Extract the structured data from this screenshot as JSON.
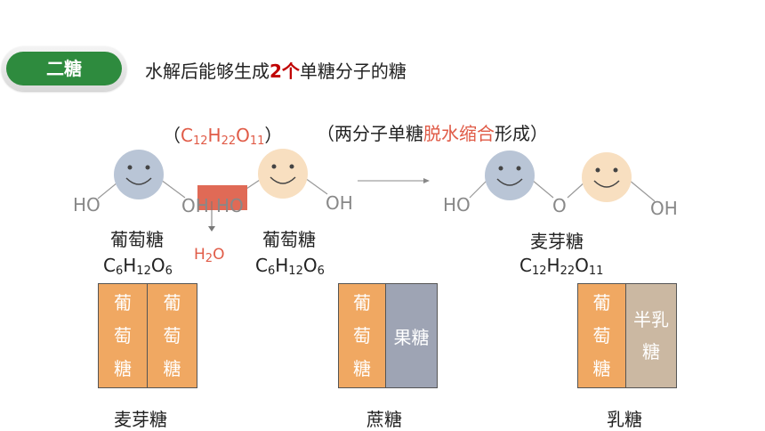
{
  "section": {
    "badge": "二糖",
    "intro_before": "水解后能够生成",
    "intro_highlight": "2个",
    "intro_after": "单糖分子的糖"
  },
  "left_formula": {
    "open": "（",
    "c": "C",
    "c_n": "12",
    "h": "H",
    "h_n": "22",
    "o": "O",
    "o_n": "11",
    "close": "）"
  },
  "right_note": {
    "open": "（两分子单糖",
    "highlight": "脱水缩合",
    "after": "形成）"
  },
  "colors": {
    "badge_green": "#2e8b3e",
    "accent_red": "#e05b47",
    "highlight_red": "#c00000",
    "orange_box": "#f0a862",
    "grey_box": "#9ea4b4",
    "tan_box": "#cbb8a2"
  },
  "reaction": {
    "ho_left1": "HO",
    "oh_left1": "OH",
    "ho_left2": "HO",
    "oh_left2": "OH",
    "water_h": "H",
    "water_n": "2",
    "water_o": "O",
    "glucose1_name": "葡萄糖",
    "glucose2_name": "葡萄糖",
    "glucose_formula": {
      "c": "C",
      "c_n": "6",
      "h": "H",
      "h_n": "12",
      "o": "O",
      "o_n": "6"
    },
    "product_ho": "HO",
    "product_o": "O",
    "product_oh": "OH",
    "product_name": "麦芽糖",
    "product_formula": {
      "c": "C",
      "c_n": "12",
      "h": "H",
      "h_n": "22",
      "o": "O",
      "o_n": "11"
    }
  },
  "diagrams": [
    {
      "caption": "麦芽糖",
      "boxes": [
        {
          "lines": [
            "葡",
            "萄",
            "糖"
          ]
        },
        {
          "lines": [
            "葡",
            "萄",
            "糖"
          ]
        }
      ]
    },
    {
      "caption": "蔗糖",
      "boxes": [
        {
          "lines": [
            "葡",
            "萄",
            "糖"
          ]
        },
        {
          "lines": [
            "果糖"
          ]
        }
      ]
    },
    {
      "caption": "乳糖",
      "boxes": [
        {
          "lines": [
            "葡",
            "萄",
            "糖"
          ]
        },
        {
          "lines": [
            "半乳",
            "糖"
          ]
        }
      ]
    }
  ],
  "icons": [
    "smiley-face-icon",
    "arrow-right-icon",
    "arrow-down-icon"
  ]
}
